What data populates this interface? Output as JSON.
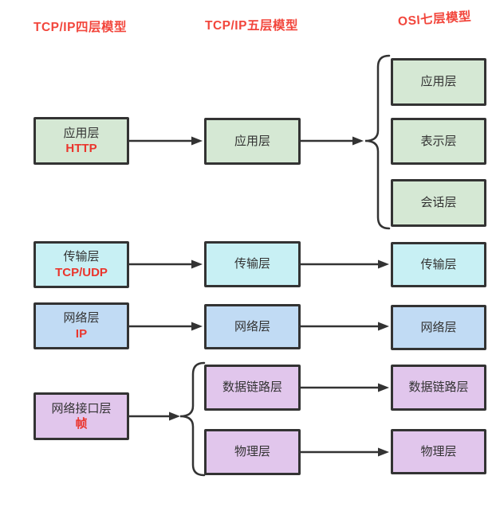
{
  "colors": {
    "heading_red": "#f2463c",
    "sub_red": "#ea352c",
    "border_dark": "#333333",
    "text_dark": "#333333",
    "green": "#d5e8d4",
    "cyan": "#c8f0f4",
    "blue": "#c1dbf4",
    "purple": "#e1c6ec"
  },
  "columns": [
    {
      "title": "TCP/IP四层模型",
      "boxes": [
        {
          "label": "应用层",
          "sub": "HTTP"
        },
        {
          "label": "传输层",
          "sub": "TCP/UDP"
        },
        {
          "label": "网络层",
          "sub": "IP"
        },
        {
          "label": "网络接口层",
          "sub": "帧"
        }
      ]
    },
    {
      "title": "TCP/IP五层模型",
      "boxes": [
        {
          "label": "应用层"
        },
        {
          "label": "传输层"
        },
        {
          "label": "网络层"
        },
        {
          "label": "数据链路层"
        },
        {
          "label": "物理层"
        }
      ]
    },
    {
      "title": "OSI七层模型",
      "boxes": [
        {
          "label": "应用层"
        },
        {
          "label": "表示层"
        },
        {
          "label": "会话层"
        },
        {
          "label": "传输层"
        },
        {
          "label": "网络层"
        },
        {
          "label": "数据链路层"
        },
        {
          "label": "物理层"
        }
      ]
    }
  ]
}
